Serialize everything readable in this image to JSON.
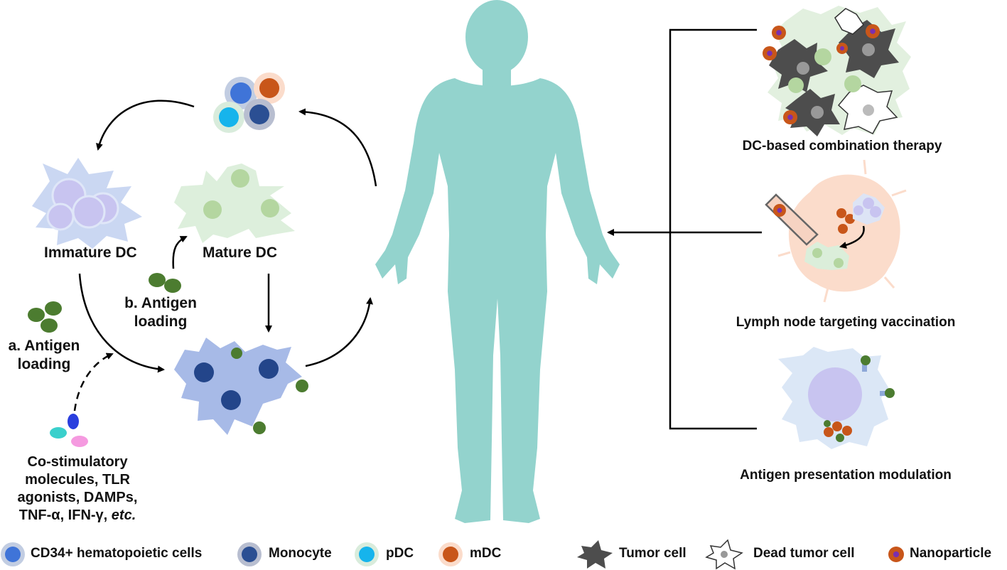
{
  "labels": {
    "immature_dc": "Immature DC",
    "mature_dc": "Mature DC",
    "antigen_loading_a": "a. Antigen\nloading",
    "antigen_loading_b": "b. Antigen\nloading",
    "costim": "Co-stimulatory\nmolecules, TLR\nagonists, DAMPs,\nTNF-α, IFN-γ, ",
    "costim_etc": "etc.",
    "dc_combination": "DC-based combination therapy",
    "lymph_node": "Lymph node targeting vaccination",
    "antigen_presentation": "Antigen presentation modulation"
  },
  "legend": [
    {
      "label": "CD34+ hematopoietic cells",
      "icon": "cd34-cell-icon",
      "color": "#3f74d8"
    },
    {
      "label": "Monocyte",
      "icon": "monocyte-icon",
      "color": "#2b4f93"
    },
    {
      "label": "pDC",
      "icon": "pdc-icon",
      "color": "#16b4ec"
    },
    {
      "label": "mDC",
      "icon": "mdc-icon",
      "color": "#c8561a"
    },
    {
      "label": "Tumor cell",
      "icon": "tumor-cell-icon",
      "color": "#555555"
    },
    {
      "label": "Dead tumor cell",
      "icon": "dead-tumor-cell-icon",
      "color": "#ffffff"
    },
    {
      "label": "Nanoparticle",
      "icon": "nanoparticle-icon",
      "color": "#c8561a"
    }
  ],
  "colors": {
    "human_body": "#93d3cd",
    "immature_dc": "#c4d3f1",
    "mature_dc": "#dbeeda",
    "activated_dc": "#9db3e4",
    "antigen": "#4c7c30",
    "nanoparticle": "#c8561a",
    "lymph_node": "#fbdccb"
  }
}
